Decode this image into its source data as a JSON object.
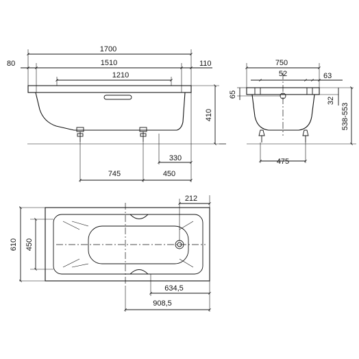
{
  "side_view": {
    "dims": {
      "total_length": "1700",
      "left_offset": "80",
      "inner_length": "1510",
      "right_offset": "110",
      "handle_width": "1210",
      "height": "410",
      "foot_right": "330",
      "foot_spacing": "745",
      "foot_center": "450"
    }
  },
  "end_view": {
    "dims": {
      "width": "750",
      "rim": "52",
      "right_rim": "63",
      "rim_height": "65",
      "drain_height": "32",
      "height_range": "538-553",
      "foot_width": "475"
    }
  },
  "plan_view": {
    "dims": {
      "drain_offset": "212",
      "outer_width": "610",
      "inner_width": "450",
      "handle_offset": "634,5",
      "center_offset": "908,5"
    }
  }
}
